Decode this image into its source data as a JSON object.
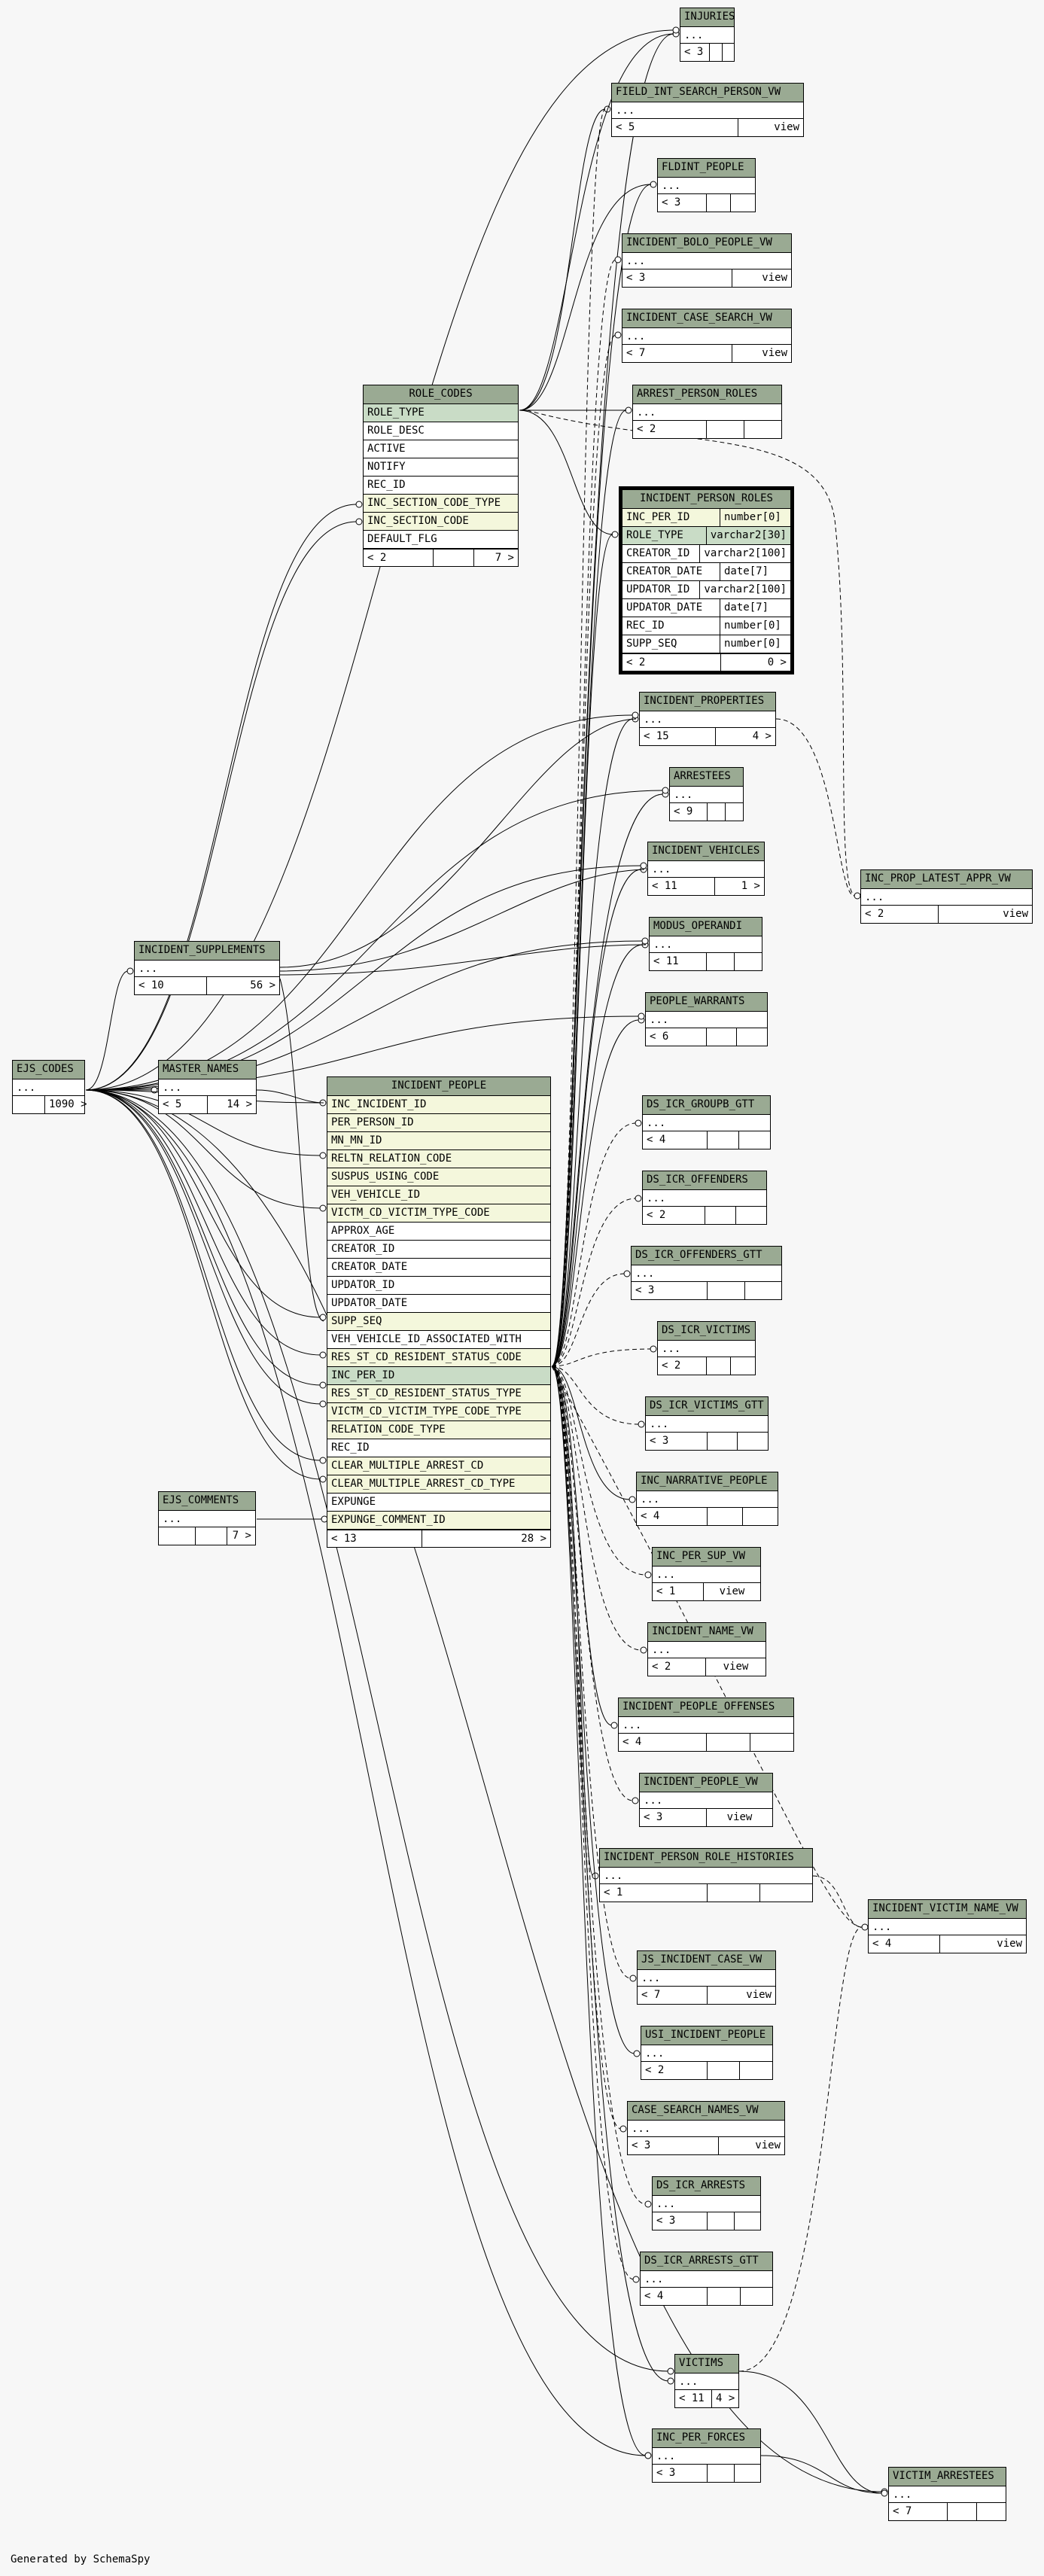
{
  "footer": "Generated by SchemaSpy",
  "tables": {
    "injuries": {
      "name": "INJURIES",
      "more": "...",
      "foot": [
        "< 3",
        "",
        ""
      ]
    },
    "field_int_search_person_vw": {
      "name": "FIELD_INT_SEARCH_PERSON_VW",
      "more": "...",
      "foot": [
        "< 5",
        "view"
      ]
    },
    "fldint_people": {
      "name": "FLDINT_PEOPLE",
      "more": "...",
      "foot": [
        "< 3",
        "",
        ""
      ]
    },
    "incident_bolo_people_vw": {
      "name": "INCIDENT_BOLO_PEOPLE_VW",
      "more": "...",
      "foot": [
        "< 3",
        "view"
      ]
    },
    "incident_case_search_vw": {
      "name": "INCIDENT_CASE_SEARCH_VW",
      "more": "...",
      "foot": [
        "< 7",
        "view"
      ]
    },
    "arrest_person_roles": {
      "name": "ARREST_PERSON_ROLES",
      "more": "...",
      "foot": [
        "< 2",
        "",
        ""
      ]
    },
    "role_codes": {
      "name": "ROLE_CODES",
      "rows": [
        "ROLE_TYPE",
        "ROLE_DESC",
        "ACTIVE",
        "NOTIFY",
        "REC_ID",
        "INC_SECTION_CODE_TYPE",
        "INC_SECTION_CODE",
        "DEFAULT_FLG"
      ],
      "foot": [
        "< 2",
        "",
        "7 >"
      ]
    },
    "incident_person_roles": {
      "name": "INCIDENT_PERSON_ROLES",
      "rows": [
        [
          "INC_PER_ID",
          "number[0]"
        ],
        [
          "ROLE_TYPE",
          "varchar2[30]"
        ],
        [
          "CREATOR_ID",
          "varchar2[100]"
        ],
        [
          "CREATOR_DATE",
          "date[7]"
        ],
        [
          "UPDATOR_ID",
          "varchar2[100]"
        ],
        [
          "UPDATOR_DATE",
          "date[7]"
        ],
        [
          "REC_ID",
          "number[0]"
        ],
        [
          "SUPP_SEQ",
          "number[0]"
        ]
      ],
      "foot": [
        "< 2",
        "0 >"
      ]
    },
    "incident_properties": {
      "name": "INCIDENT_PROPERTIES",
      "more": "...",
      "foot": [
        "< 15",
        "4 >"
      ]
    },
    "arrestees": {
      "name": "ARRESTEES",
      "more": "...",
      "foot": [
        "< 9",
        "",
        ""
      ]
    },
    "incident_vehicles": {
      "name": "INCIDENT_VEHICLES",
      "more": "...",
      "foot": [
        "< 11",
        "1 >"
      ]
    },
    "inc_prop_latest_appr_vw": {
      "name": "INC_PROP_LATEST_APPR_VW",
      "more": "...",
      "foot": [
        "< 2",
        "view"
      ]
    },
    "incident_supplements": {
      "name": "INCIDENT_SUPPLEMENTS",
      "more": "...",
      "foot": [
        "< 10",
        "56 >"
      ]
    },
    "modus_operandi": {
      "name": "MODUS_OPERANDI",
      "more": "...",
      "foot": [
        "< 11",
        "",
        ""
      ]
    },
    "people_warrants": {
      "name": "PEOPLE_WARRANTS",
      "more": "...",
      "foot": [
        "< 6",
        "",
        ""
      ]
    },
    "ejs_codes": {
      "name": "EJS_CODES",
      "more": "...",
      "foot": [
        "",
        "1090 >"
      ]
    },
    "master_names": {
      "name": "MASTER_NAMES",
      "more": "...",
      "foot": [
        "< 5",
        "14 >"
      ]
    },
    "incident_people": {
      "name": "INCIDENT_PEOPLE",
      "rows": [
        "INC_INCIDENT_ID",
        "PER_PERSON_ID",
        "MN_MN_ID",
        "RELTN_RELATION_CODE",
        "SUSPUS_USING_CODE",
        "VEH_VEHICLE_ID",
        "VICTM_CD_VICTIM_TYPE_CODE",
        "APPROX_AGE",
        "CREATOR_ID",
        "CREATOR_DATE",
        "UPDATOR_ID",
        "UPDATOR_DATE",
        "SUPP_SEQ",
        "VEH_VEHICLE_ID_ASSOCIATED_WITH",
        "RES_ST_CD_RESIDENT_STATUS_CODE",
        "INC_PER_ID",
        "RES_ST_CD_RESIDENT_STATUS_TYPE",
        "VICTM_CD_VICTIM_TYPE_CODE_TYPE",
        "RELATION_CODE_TYPE",
        "REC_ID",
        "CLEAR_MULTIPLE_ARREST_CD",
        "CLEAR_MULTIPLE_ARREST_CD_TYPE",
        "EXPUNGE",
        "EXPUNGE_COMMENT_ID"
      ],
      "foot": [
        "< 13",
        "28 >"
      ]
    },
    "ds_icr_groupb_gtt": {
      "name": "DS_ICR_GROUPB_GTT",
      "more": "...",
      "foot": [
        "< 4",
        "",
        ""
      ]
    },
    "ds_icr_offenders": {
      "name": "DS_ICR_OFFENDERS",
      "more": "...",
      "foot": [
        "< 2",
        "",
        ""
      ]
    },
    "ds_icr_offenders_gtt": {
      "name": "DS_ICR_OFFENDERS_GTT",
      "more": "...",
      "foot": [
        "< 3",
        "",
        ""
      ]
    },
    "ds_icr_victims": {
      "name": "DS_ICR_VICTIMS",
      "more": "...",
      "foot": [
        "< 2",
        "",
        ""
      ]
    },
    "ds_icr_victims_gtt": {
      "name": "DS_ICR_VICTIMS_GTT",
      "more": "...",
      "foot": [
        "< 3",
        "",
        ""
      ]
    },
    "ejs_comments": {
      "name": "EJS_COMMENTS",
      "more": "...",
      "foot": [
        "",
        "",
        "7 >"
      ]
    },
    "inc_narrative_people": {
      "name": "INC_NARRATIVE_PEOPLE",
      "more": "...",
      "foot": [
        "< 4",
        "",
        ""
      ]
    },
    "inc_per_sup_vw": {
      "name": "INC_PER_SUP_VW",
      "more": "...",
      "foot": [
        "< 1",
        "view"
      ]
    },
    "incident_name_vw": {
      "name": "INCIDENT_NAME_VW",
      "more": "...",
      "foot": [
        "< 2",
        "view"
      ]
    },
    "incident_people_offenses": {
      "name": "INCIDENT_PEOPLE_OFFENSES",
      "more": "...",
      "foot": [
        "< 4",
        "",
        ""
      ]
    },
    "incident_people_vw": {
      "name": "INCIDENT_PEOPLE_VW",
      "more": "...",
      "foot": [
        "< 3",
        "view"
      ]
    },
    "incident_person_role_histories": {
      "name": "INCIDENT_PERSON_ROLE_HISTORIES",
      "more": "...",
      "foot": [
        "< 1",
        "",
        ""
      ]
    },
    "incident_victim_name_vw": {
      "name": "INCIDENT_VICTIM_NAME_VW",
      "more": "...",
      "foot": [
        "< 4",
        "view"
      ]
    },
    "js_incident_case_vw": {
      "name": "JS_INCIDENT_CASE_VW",
      "more": "...",
      "foot": [
        "< 7",
        "view"
      ]
    },
    "usi_incident_people": {
      "name": "USI_INCIDENT_PEOPLE",
      "more": "...",
      "foot": [
        "< 2",
        "",
        ""
      ]
    },
    "case_search_names_vw": {
      "name": "CASE_SEARCH_NAMES_VW",
      "more": "...",
      "foot": [
        "< 3",
        "view"
      ]
    },
    "ds_icr_arrests": {
      "name": "DS_ICR_ARRESTS",
      "more": "...",
      "foot": [
        "< 3",
        "",
        ""
      ]
    },
    "ds_icr_arrests_gtt": {
      "name": "DS_ICR_ARRESTS_GTT",
      "more": "...",
      "foot": [
        "< 4",
        "",
        ""
      ]
    },
    "victims": {
      "name": "VICTIMS",
      "more": "...",
      "foot": [
        "< 11",
        "4 >"
      ]
    },
    "inc_per_forces": {
      "name": "INC_PER_FORCES",
      "more": "...",
      "foot": [
        "< 3",
        "",
        ""
      ]
    },
    "victim_arrestees": {
      "name": "VICTIM_ARRESTEES",
      "more": "...",
      "foot": [
        "< 7",
        "",
        ""
      ]
    }
  }
}
